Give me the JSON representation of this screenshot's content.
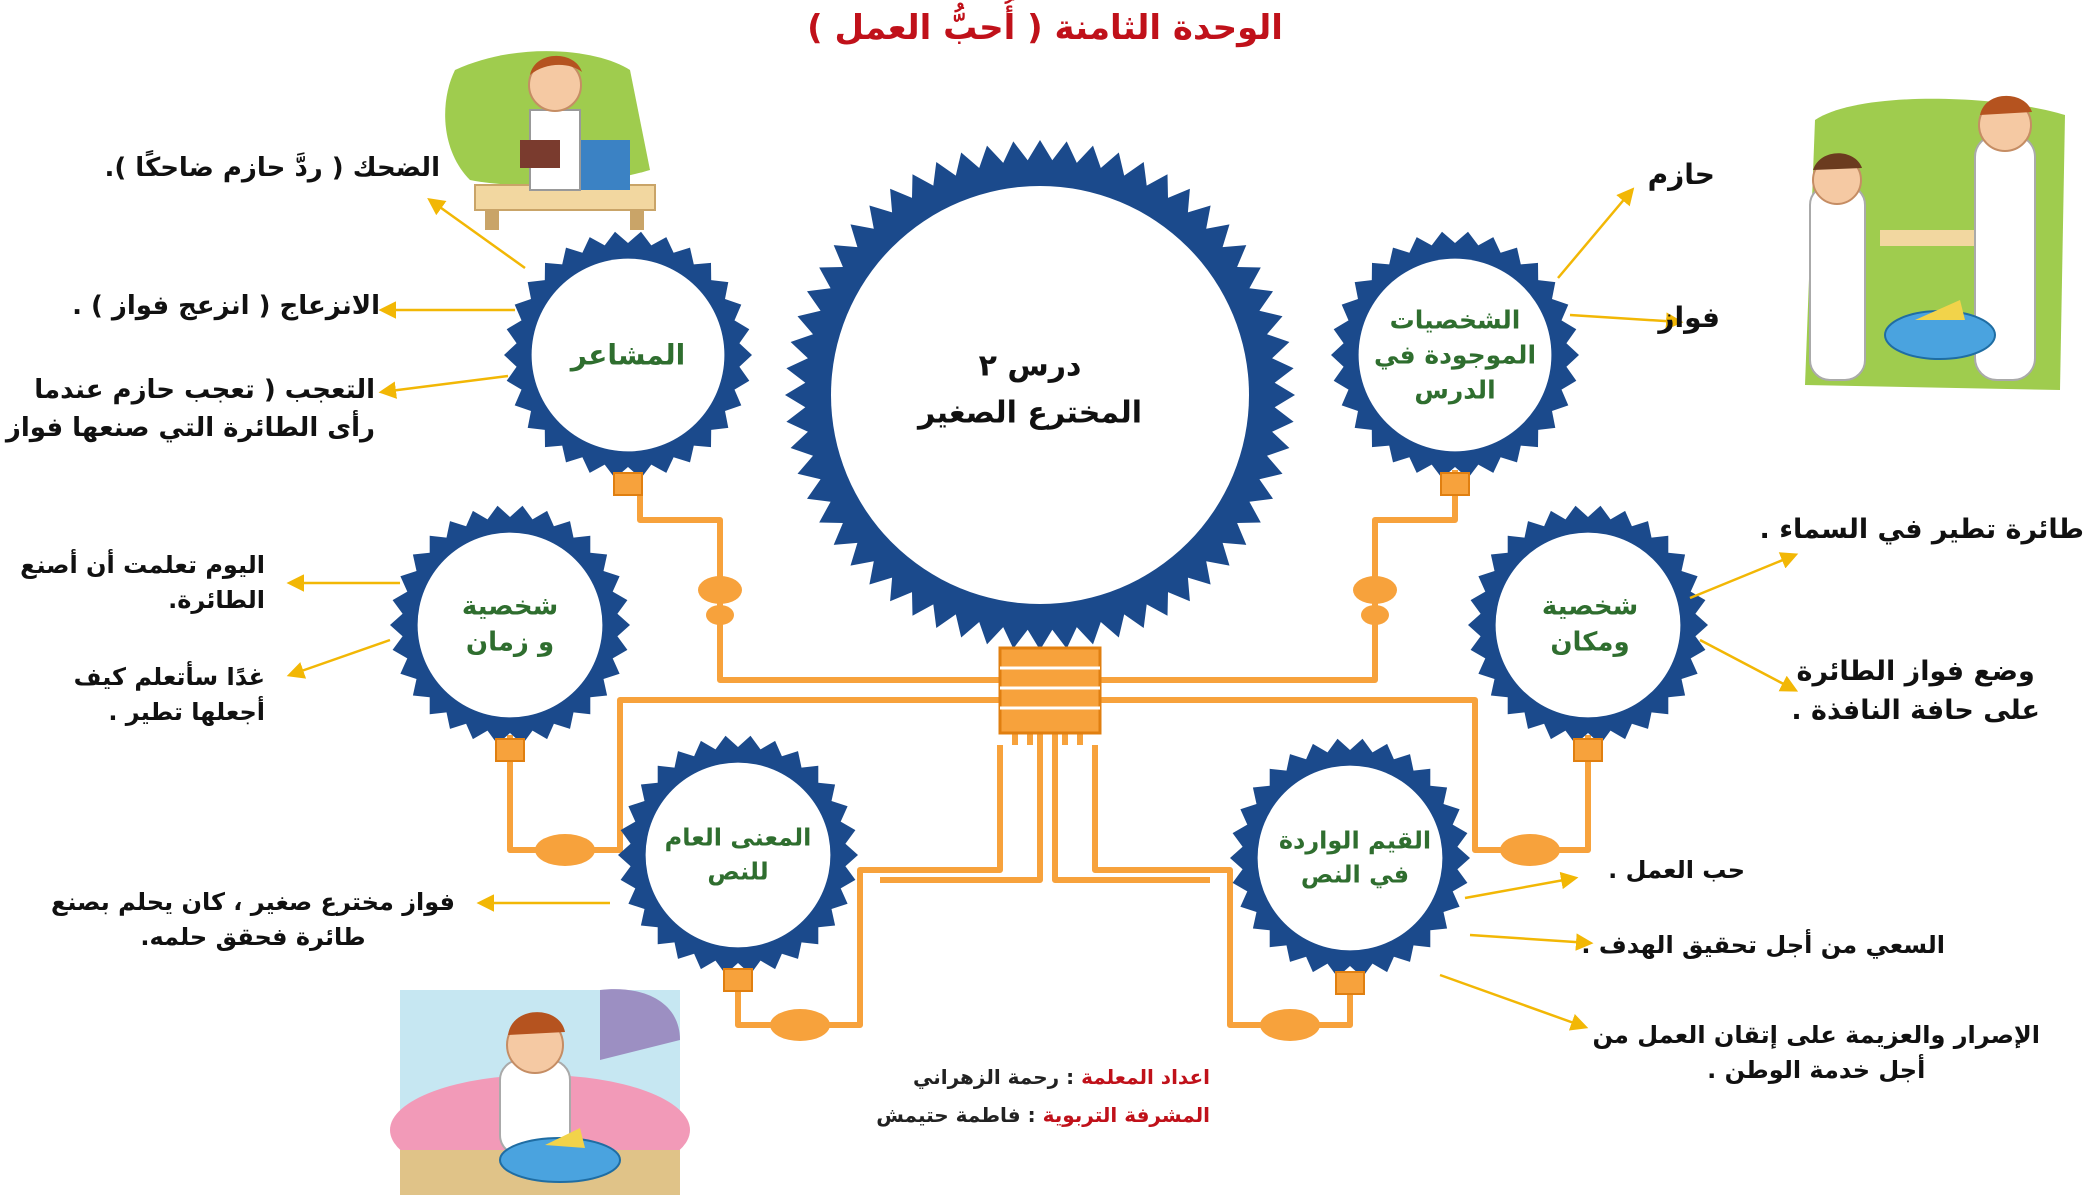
{
  "title": "الوحدة الثامنة  ( أُحبُّ العمل )",
  "center": {
    "line1": "درس ٢",
    "line2": "المخترع الصغير"
  },
  "nodes": {
    "feelings": "المشاعر",
    "characters_l1": "الشخصيات",
    "characters_l2": "الموجودة في",
    "characters_l3": "الدرس",
    "char_time_l1": "شخصية",
    "char_time_l2": "و زمان",
    "char_place_l1": "شخصية",
    "char_place_l2": "ومكان",
    "meaning_l1": "المعنى العام",
    "meaning_l2": "للنص",
    "values_l1": "القيم الواردة",
    "values_l2": "في النص"
  },
  "feelings_items": {
    "laugh": "الضحك ( ردَّ حازم ضاحكًا ).",
    "annoy": "الانزعاج ( انزعج فواز ) .",
    "wonder_l1": "التعجب ( تعجب حازم عندما",
    "wonder_l2": "رأى الطائرة التي صنعها فواز )."
  },
  "character_items": {
    "hazem": "حازم",
    "fawaz": "فواز"
  },
  "char_time_items": {
    "today_l1": "اليوم تعلمت أن أصنع",
    "today_l2": "الطائرة.",
    "tomorrow_l1": "غدًا سأتعلم كيف",
    "tomorrow_l2": "أجعلها تطير ."
  },
  "char_place_items": {
    "sky": "طائرة تطير في السماء .",
    "window_l1": "وضع فواز الطائرة",
    "window_l2": "على حافة النافذة ."
  },
  "meaning_items": {
    "line1": "فواز مخترع صغير ، كان يحلم بصنع",
    "line2": "طائرة فحقق حلمه."
  },
  "values_items": {
    "love": "حب العمل .",
    "effort": "السعي من أجل تحقيق الهدف .",
    "persist_l1": "الإصرار والعزيمة على إتقان العمل من",
    "persist_l2": "أجل خدمة الوطن ."
  },
  "credits": {
    "teacher_label": "اعداد المعلمة",
    "teacher_name": " : رحمة الزهراني",
    "supervisor_label": "المشرفة التربوية",
    "supervisor_name": " : فاطمة حتيمش"
  },
  "icons": {
    "boy_reading": "boy-reading-illustration",
    "two_boys": "two-boys-airplane-illustration",
    "boy_plane": "boy-with-toy-plane-illustration"
  },
  "colors": {
    "title": "#c0111a",
    "gear": "#1b4a8c",
    "node_text": "#2f6e2f",
    "wire": "#f7a23c",
    "arrow": "#f2b705"
  }
}
